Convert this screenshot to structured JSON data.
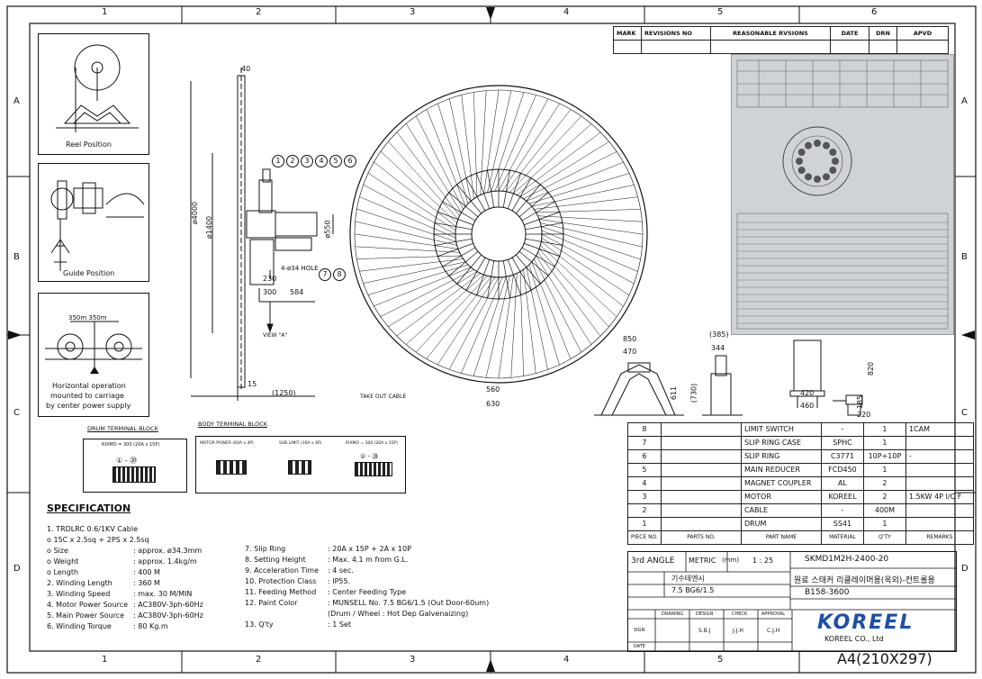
{
  "sheet": {
    "zone_columns": [
      "1",
      "2",
      "3",
      "4",
      "5",
      "6"
    ],
    "zone_rows": [
      "A",
      "B",
      "C",
      "D"
    ]
  },
  "revisions": {
    "headers": [
      "MARK",
      "REVISIONS NO",
      "REASONABLE RVSIONS",
      "DATE",
      "DRN",
      "APVD"
    ]
  },
  "views": {
    "reel_position": "Reel Position",
    "guide_position": "Guide Position",
    "horizontal_note": [
      "Horizontal operation",
      "mounted to carriage",
      "by center power supply"
    ],
    "horizontal_dim": "350m  350m",
    "view_label": "VIEW \"A\"",
    "take_out_cable": "TAKE OUT CABLE",
    "hole_note": "4-ø34 HOLE"
  },
  "dims": {
    "side": [
      "40",
      "ø4000",
      "ø1400",
      "ø550",
      "230",
      "300",
      "584",
      "15",
      "(1250)"
    ],
    "base": [
      "850",
      "470",
      "560",
      "630",
      "611",
      "(730)",
      "(385)",
      "344",
      "420",
      "460",
      "820",
      "185",
      "220"
    ]
  },
  "balloons": [
    "1",
    "2",
    "3",
    "4",
    "5",
    "6",
    "7",
    "8"
  ],
  "terminal_blocks": {
    "drum_title": "DRUM TERMINAL BLOCK",
    "drum_sub": "RIXMO = 300 (20A x 15P)",
    "body_title": "BODY TERMINAL BLOCK",
    "body_subs": [
      "MOTOR POWER (60A x 4P)",
      "SUB LIMIT (10A x 4P)",
      "RIXMO = 300 (20A x 15P)"
    ],
    "pins": "① - ⑳"
  },
  "specification": {
    "title": "SPECIFICATION",
    "left": [
      [
        "1. TRDLRC 0.6/1KV Cable",
        ""
      ],
      [
        "   o 15C x 2.5sq + 2PS x 2.5sq",
        ""
      ],
      [
        "   o Size",
        ":  approx. ø34.3mm"
      ],
      [
        "   o Weight",
        ":  approx. 1.4kg/m"
      ],
      [
        "   o Length",
        ":  400 M"
      ],
      [
        "2. Winding Length",
        ":  360 M"
      ],
      [
        "3. Winding Speed",
        ":  max. 30 M/MIN"
      ],
      [
        "4. Motor Power Source",
        ":  AC380V-3ph-60Hz"
      ],
      [
        "5. Main Power Source",
        ":  AC380V-3ph-60Hz"
      ],
      [
        "6. Winding Torque",
        ":  80 Kg.m"
      ]
    ],
    "right": [
      [
        "7. Slip Ring",
        ":  20A x 15P + 2A x 10P"
      ],
      [
        "8. Setting Height",
        ":  Max. 4.1 m from G.L."
      ],
      [
        "9. Acceleration Time",
        ":  4 sec."
      ],
      [
        "10. Protection Class",
        ":  IP55."
      ],
      [
        "11. Feeding Method",
        ":  Center Feeding Type"
      ],
      [
        "12. Paint Color",
        ":  MUNSELL No. 7.5 BG6/1.5 (Out Door-60um)"
      ],
      [
        "",
        "   (Drum / Wheel : Hot Dep Galvenaizing)"
      ],
      [
        "13. Q'ty",
        ":  1 Set"
      ]
    ]
  },
  "parts": [
    [
      "8",
      "",
      "LIMIT SWITCH",
      "-",
      "1",
      "1CAM"
    ],
    [
      "7",
      "",
      "SLIP RING CASE",
      "SPHC",
      "1",
      ""
    ],
    [
      "6",
      "",
      "SLIP RING",
      "C3771",
      "10P+10P",
      "-"
    ],
    [
      "5",
      "",
      "MAIN REDUCER",
      "FCD450",
      "1",
      ""
    ],
    [
      "4",
      "",
      "MAGNET COUPLER",
      "AL",
      "2",
      ""
    ],
    [
      "3",
      "",
      "MOTOR",
      "KOREEL",
      "2",
      "1.5KW 4P I/C F"
    ],
    [
      "2",
      "",
      "CABLE",
      "-",
      "400M",
      ""
    ],
    [
      "1",
      "",
      "DRUM",
      "SS41",
      "1",
      ""
    ]
  ],
  "parts_headers": [
    "PIECE NO.",
    "PARTS NO.",
    "PART NAME",
    "MATERIAL",
    "Q'TY",
    "REMARKS"
  ],
  "title_block": {
    "projection": "3rd ANGLE",
    "dimension": "METRIC",
    "dimension_unit": "(mm)",
    "scale": "1 : 25",
    "customer": "기수테엔시",
    "paint_color": "7.5 BG6/1.5",
    "model": "SKMD1M2H-2400-20",
    "part_name": "원료 스태커 리클레이머용(옥외)-컨트롤용",
    "dwg_no": "B158-3600",
    "signs": [
      "DRAWING",
      "DESIGN",
      "CHECK",
      "APPROVAL"
    ],
    "names": [
      "S.B.J",
      "J.J.H",
      "C.J.H"
    ],
    "date_label": "DATE",
    "sign_label": "SIGN",
    "company_logo": "KOREEL",
    "company": "KOREEL CO., Ltd",
    "sheet_size": "A4(210X297)"
  },
  "colors": {
    "line": "#111111",
    "logo_blue": "#1d4fa8",
    "photo_bg": "#cfd2d6"
  }
}
